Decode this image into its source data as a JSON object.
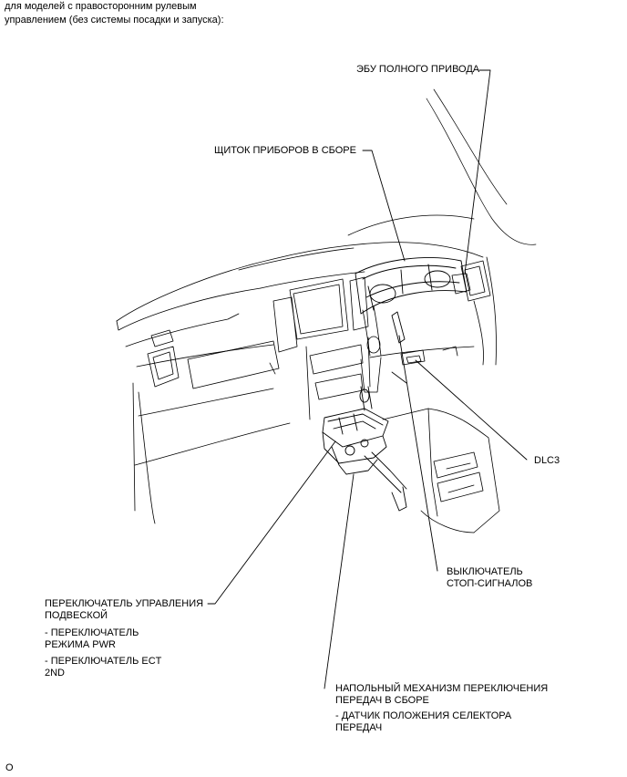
{
  "header": {
    "line1": "для моделей с правосторонним рулевым",
    "line2": "управлением (без системы посадки и запуска):"
  },
  "callouts": {
    "awd_ecu": "ЭБУ ПОЛНОГО ПРИВОДА",
    "meter": "ЩИТОК ПРИБОРОВ В СБОРЕ",
    "dlc3": "DLC3",
    "stop_switch_1": "ВЫКЛЮЧАТЕЛЬ",
    "stop_switch_2": "СТОП-СИГНАЛОВ",
    "suspension_1": "ПЕРЕКЛЮЧАТЕЛЬ УПРАВЛЕНИЯ",
    "suspension_2": "ПОДВЕСКОЙ",
    "pwr_1": "- ПЕРЕКЛЮЧАТЕЛЬ",
    "pwr_2": "РЕЖИМА PWR",
    "ect_1": "- ПЕРЕКЛЮЧАТЕЛЬ ECT",
    "ect_2": "2ND",
    "shift_1": "НАПОЛЬНЫЙ МЕХАНИЗМ ПЕРЕКЛЮЧЕНИЯ",
    "shift_2": "ПЕРЕДАЧ В СБОРЕ",
    "sensor_1": "- ДАТЧИК ПОЛОЖЕНИЯ СЕЛЕКТОРА",
    "sensor_2": "ПЕРЕДАЧ"
  },
  "footer": {
    "code": "O"
  }
}
